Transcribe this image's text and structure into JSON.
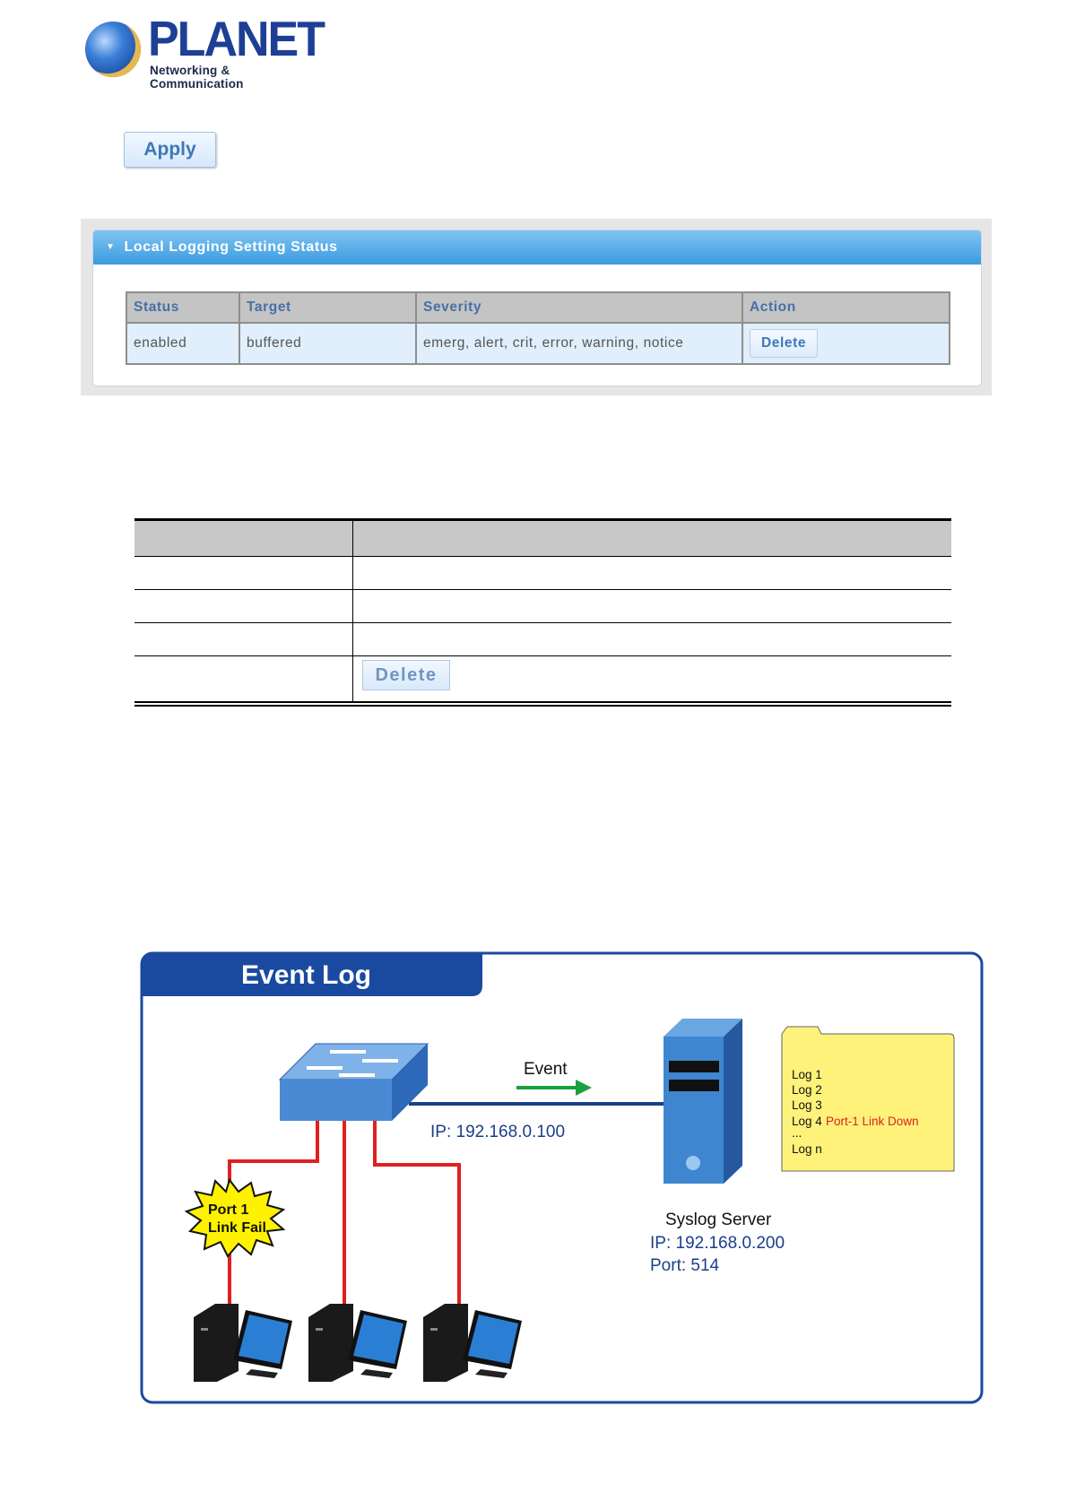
{
  "logo": {
    "brand": "PLANET",
    "tagline": "Networking & Communication"
  },
  "toolbar": {
    "apply_label": "Apply"
  },
  "status_panel": {
    "title": "Local Logging Setting Status",
    "columns": [
      "Status",
      "Target",
      "Severity",
      "Action"
    ],
    "rows": [
      {
        "status": "enabled",
        "target": "buffered",
        "severity": "emerg, alert, crit, error, warning, notice",
        "action": "Delete"
      }
    ]
  },
  "desc_table": {
    "delete_label": "Delete"
  },
  "diagram": {
    "title": "Event Log",
    "event_label": "Event",
    "switch_ip": "IP: 192.168.0.100",
    "alert_line1": "Port 1",
    "alert_line2": "Link Fail",
    "server_name": "Syslog Server",
    "server_ip": "IP: 192.168.0.200",
    "server_port": "Port: 514",
    "log_lines": [
      "Log 1",
      "Log 2",
      "Log 3",
      "Log 4",
      "...",
      "Log n"
    ],
    "log4_event": "Port-1 Link Down",
    "colors": {
      "frame": "#1a4aa0",
      "link": "#e02020",
      "arrow": "#1aa040",
      "note": "#fff27a"
    }
  }
}
